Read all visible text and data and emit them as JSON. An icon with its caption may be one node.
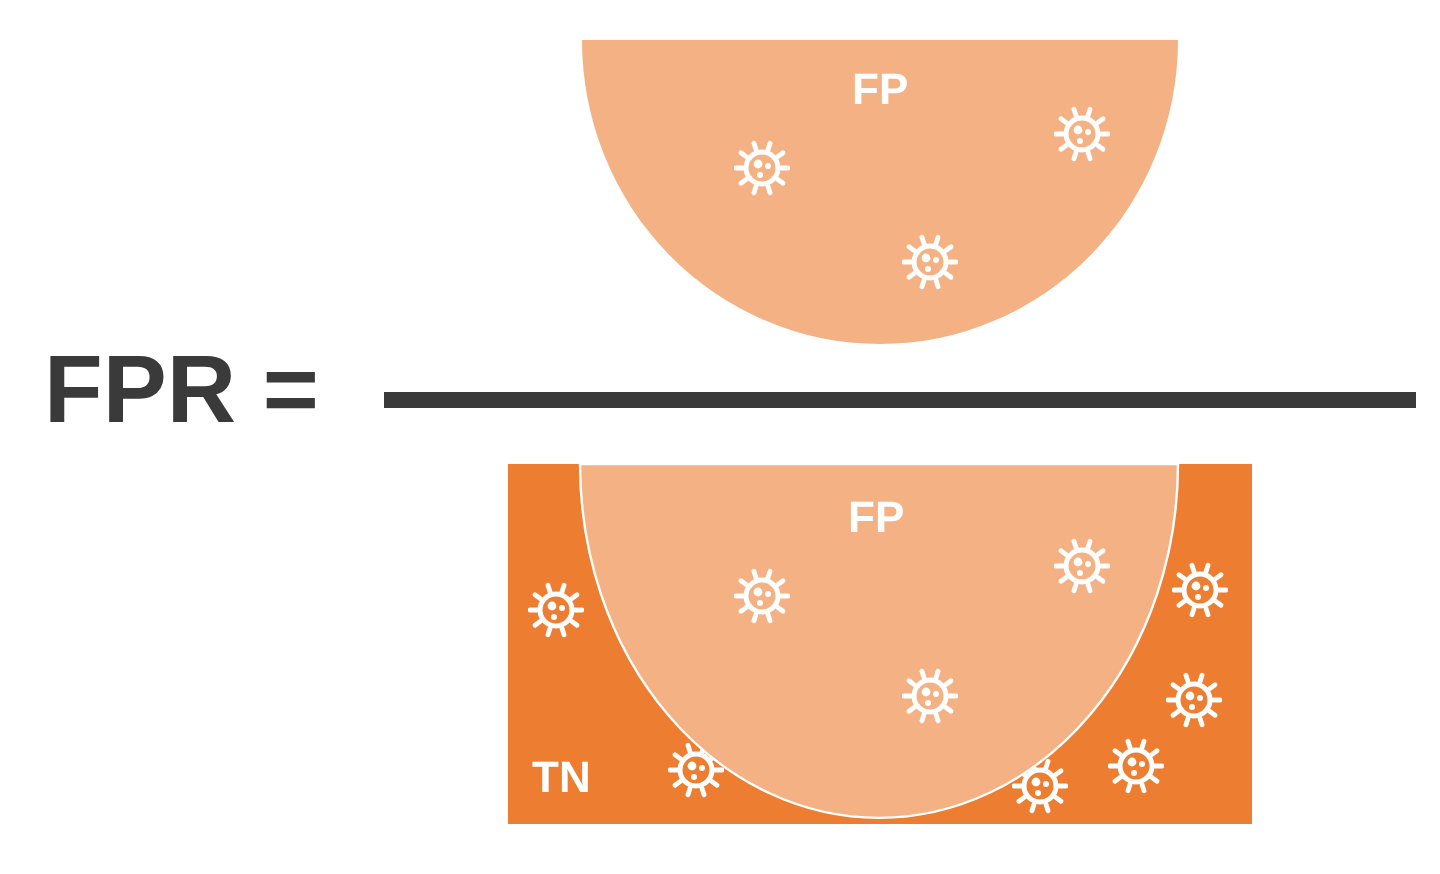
{
  "diagram": {
    "nodes": [
      {
        "text": [
          "FP"
        ]
      },
      {
        "text": [
          "TN"
        ]
      },
      {
        "text": [
          "FP"
        ],
        "in": 1
      }
    ],
    "edges": [],
    "labels": [
      "FPR ="
    ]
  }
}
